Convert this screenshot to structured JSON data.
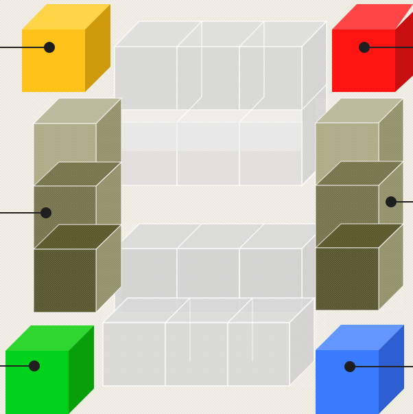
{
  "scene": {
    "background": "#f1eee6",
    "colors": {
      "yellow": "#ffc61a",
      "red": "#ff1212",
      "green": "#00d21a",
      "blue": "#3a7cff",
      "olive_light": "#b3b08c",
      "olive_mid": "#767349",
      "olive_dark": "#525024",
      "gray_glass": "#cfcfcf",
      "pin": "#1e1e1e"
    },
    "markers": [
      {
        "name": "marker-yellow-cube",
        "color": "yellow"
      },
      {
        "name": "marker-red-cube",
        "color": "red"
      },
      {
        "name": "marker-olive-left",
        "color": "olive_mid"
      },
      {
        "name": "marker-olive-right",
        "color": "olive_mid"
      },
      {
        "name": "marker-green-cube",
        "color": "green"
      },
      {
        "name": "marker-blue-cube",
        "color": "blue"
      }
    ]
  }
}
